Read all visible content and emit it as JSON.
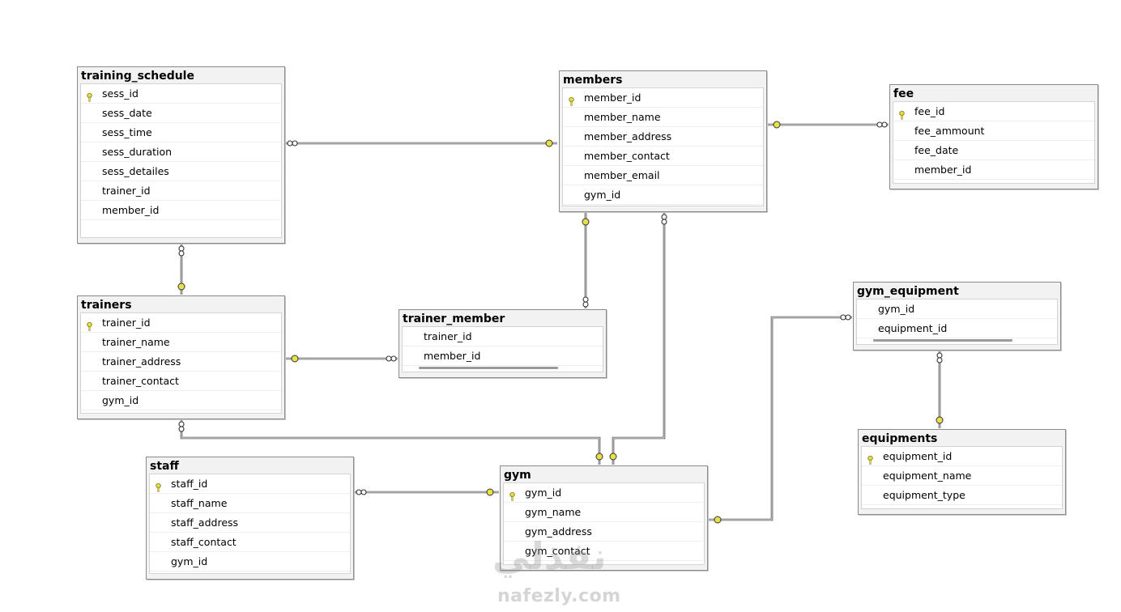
{
  "tables": {
    "training_schedule": {
      "title": "training_schedule",
      "pk": "sess_id",
      "columns": [
        "sess_id",
        "sess_date",
        "sess_time",
        "sess_duration",
        "sess_detailes",
        "trainer_id",
        "member_id"
      ]
    },
    "members": {
      "title": "members",
      "pk": "member_id",
      "columns": [
        "member_id",
        "member_name",
        "member_address",
        "member_contact",
        "member_email",
        "gym_id"
      ]
    },
    "fee": {
      "title": "fee",
      "pk": "fee_id",
      "columns": [
        "fee_id",
        "fee_ammount",
        "fee_date",
        "member_id"
      ]
    },
    "trainers": {
      "title": "trainers",
      "pk": "trainer_id",
      "columns": [
        "trainer_id",
        "trainer_name",
        "trainer_address",
        "trainer_contact",
        "gym_id"
      ]
    },
    "trainer_member": {
      "title": "trainer_member",
      "pk": "",
      "columns": [
        "trainer_id",
        "member_id"
      ]
    },
    "gym_equipment": {
      "title": "gym_equipment",
      "pk": "",
      "columns": [
        "gym_id",
        "equipment_id"
      ]
    },
    "equipments": {
      "title": "equipments",
      "pk": "equipment_id",
      "columns": [
        "equipment_id",
        "equipment_name",
        "equipment_type"
      ]
    },
    "staff": {
      "title": "staff",
      "pk": "staff_id",
      "columns": [
        "staff_id",
        "staff_name",
        "staff_address",
        "staff_contact",
        "gym_id"
      ]
    },
    "gym": {
      "title": "gym",
      "pk": "gym_id",
      "columns": [
        "gym_id",
        "gym_name",
        "gym_address",
        "gym_contact"
      ]
    }
  },
  "relationships": [
    {
      "many": "training_schedule",
      "one": "members"
    },
    {
      "many": "training_schedule",
      "one": "trainers"
    },
    {
      "many": "fee",
      "one": "members"
    },
    {
      "many": "trainer_member",
      "one": "members"
    },
    {
      "many": "trainer_member",
      "one": "trainers"
    },
    {
      "many": "members",
      "one": "gym"
    },
    {
      "many": "trainers",
      "one": "gym"
    },
    {
      "many": "staff",
      "one": "gym"
    },
    {
      "many": "gym_equipment",
      "one": "gym"
    },
    {
      "many": "gym_equipment",
      "one": "equipments"
    }
  ],
  "colors": {
    "key": "#e8e04a",
    "key_outline": "#7a7000",
    "line": "#4a4a4a"
  },
  "watermark": {
    "arabic": "نفذلي",
    "latin": "nafezly.com"
  }
}
